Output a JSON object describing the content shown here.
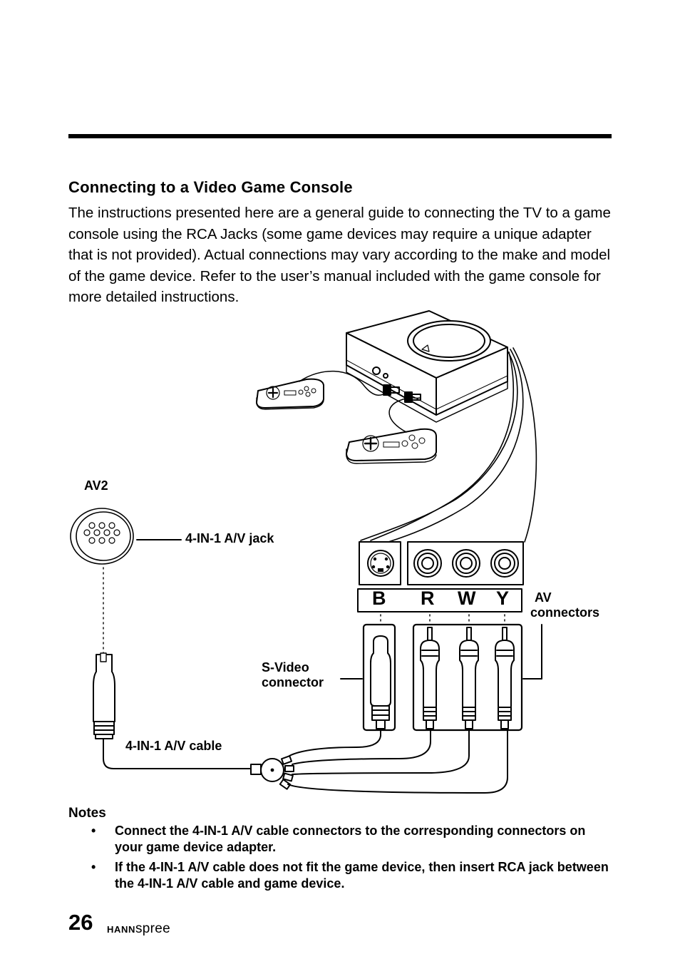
{
  "section": {
    "title": "Connecting to a Video Game Console",
    "intro": "The instructions presented here are a general guide to connecting the TV to a game console using the RCA Jacks (some game devices may require a unique adapter that is not provided). Actual connections may vary according to the make and model of the game device. Refer to the user’s manual included with the game console for more detailed instructions."
  },
  "diagram": {
    "port_label": "AV2",
    "jack_label": "4-IN-1 A/V jack",
    "cable_label": "4-IN-1 A/V cable",
    "svideo_label_line1": "S-Video",
    "svideo_label_line2": "connector",
    "av_label_line1": "AV",
    "av_label_line2": "connectors",
    "connector_letters": [
      "B",
      "R",
      "W",
      "Y"
    ]
  },
  "notes": {
    "title": "Notes",
    "bullet": "•",
    "items": [
      "Connect the 4-IN-1 A/V cable connectors to the corresponding connectors on your game device adapter.",
      "If the 4-IN-1 A/V cable does not fit the game device, then insert RCA jack between the 4-IN-1 A/V cable and game device."
    ]
  },
  "footer": {
    "page_number": "26",
    "brand_bold": "HANN",
    "brand_light": "spree"
  }
}
